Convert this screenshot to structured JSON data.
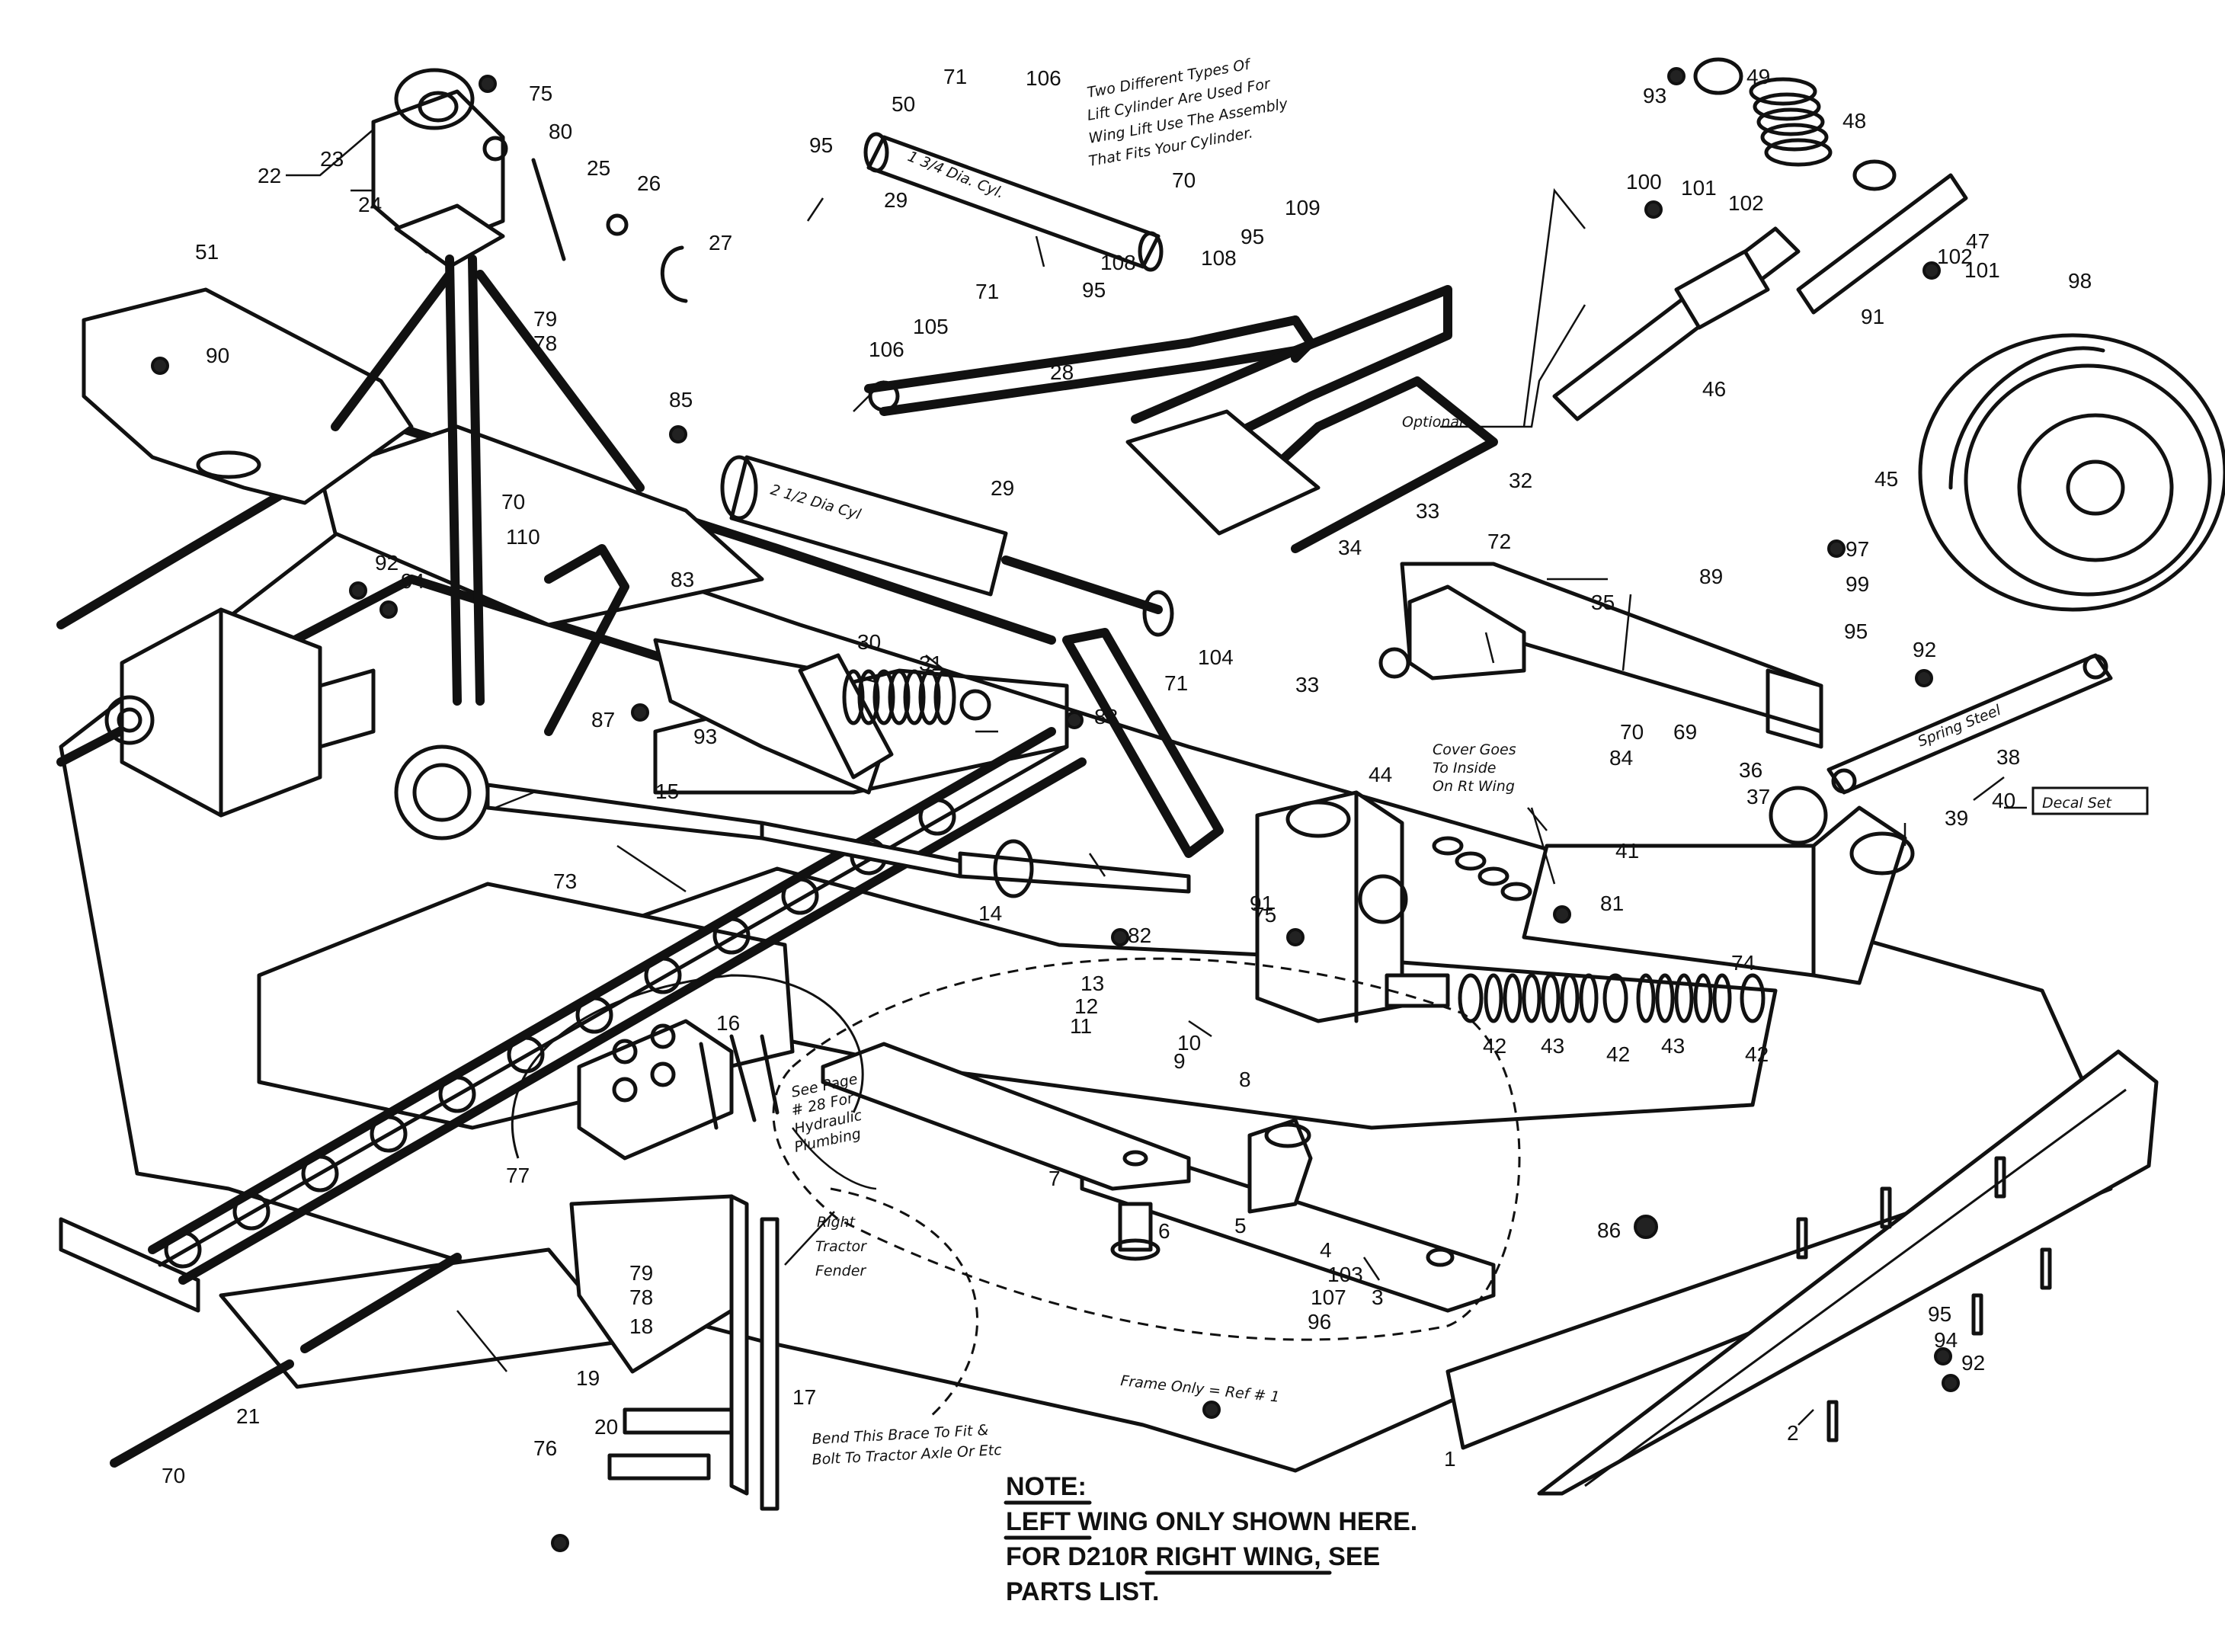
{
  "part_callouts": [
    {
      "id": "c1",
      "label": "1"
    },
    {
      "id": "c2",
      "label": "2"
    },
    {
      "id": "c3",
      "label": "3"
    },
    {
      "id": "c4",
      "label": "4"
    },
    {
      "id": "c5",
      "label": "5"
    },
    {
      "id": "c6",
      "label": "6"
    },
    {
      "id": "c7",
      "label": "7"
    },
    {
      "id": "c8",
      "label": "8"
    },
    {
      "id": "c9",
      "label": "9"
    },
    {
      "id": "c10",
      "label": "10"
    },
    {
      "id": "c11",
      "label": "11"
    },
    {
      "id": "c12",
      "label": "12"
    },
    {
      "id": "c13",
      "label": "13"
    },
    {
      "id": "c14",
      "label": "14"
    },
    {
      "id": "c15",
      "label": "15"
    },
    {
      "id": "c16",
      "label": "16"
    },
    {
      "id": "c17",
      "label": "17"
    },
    {
      "id": "c18",
      "label": "18"
    },
    {
      "id": "c19",
      "label": "19"
    },
    {
      "id": "c20",
      "label": "20"
    },
    {
      "id": "c21",
      "label": "21"
    },
    {
      "id": "c22",
      "label": "22"
    },
    {
      "id": "c23",
      "label": "23"
    },
    {
      "id": "c24",
      "label": "24"
    },
    {
      "id": "c25",
      "label": "25"
    },
    {
      "id": "c26",
      "label": "26"
    },
    {
      "id": "c27",
      "label": "27"
    },
    {
      "id": "c28",
      "label": "28"
    },
    {
      "id": "c29a",
      "label": "29"
    },
    {
      "id": "c29b",
      "label": "29"
    },
    {
      "id": "c30",
      "label": "30"
    },
    {
      "id": "c31",
      "label": "31"
    },
    {
      "id": "c32",
      "label": "32"
    },
    {
      "id": "c33a",
      "label": "33"
    },
    {
      "id": "c33b",
      "label": "33"
    },
    {
      "id": "c34",
      "label": "34"
    },
    {
      "id": "c35",
      "label": "35"
    },
    {
      "id": "c36",
      "label": "36"
    },
    {
      "id": "c37",
      "label": "37"
    },
    {
      "id": "c38",
      "label": "38"
    },
    {
      "id": "c39",
      "label": "39"
    },
    {
      "id": "c40",
      "label": "40"
    },
    {
      "id": "c41",
      "label": "41"
    },
    {
      "id": "c42a",
      "label": "42"
    },
    {
      "id": "c42b",
      "label": "42"
    },
    {
      "id": "c42c",
      "label": "42"
    },
    {
      "id": "c43a",
      "label": "43"
    },
    {
      "id": "c43b",
      "label": "43"
    },
    {
      "id": "c44",
      "label": "44"
    },
    {
      "id": "c45",
      "label": "45"
    },
    {
      "id": "c46",
      "label": "46"
    },
    {
      "id": "c47",
      "label": "47"
    },
    {
      "id": "c48",
      "label": "48"
    },
    {
      "id": "c49",
      "label": "49"
    },
    {
      "id": "c50",
      "label": "50"
    },
    {
      "id": "c51",
      "label": "51"
    },
    {
      "id": "c69",
      "label": "69"
    },
    {
      "id": "c70a",
      "label": "70"
    },
    {
      "id": "c70b",
      "label": "70"
    },
    {
      "id": "c70c",
      "label": "70"
    },
    {
      "id": "c70d",
      "label": "70"
    },
    {
      "id": "c71a",
      "label": "71"
    },
    {
      "id": "c71b",
      "label": "71"
    },
    {
      "id": "c71c",
      "label": "71"
    },
    {
      "id": "c72",
      "label": "72"
    },
    {
      "id": "c73",
      "label": "73"
    },
    {
      "id": "c74",
      "label": "74"
    },
    {
      "id": "c75a",
      "label": "75"
    },
    {
      "id": "c75b",
      "label": "75"
    },
    {
      "id": "c76",
      "label": "76"
    },
    {
      "id": "c77",
      "label": "77"
    },
    {
      "id": "c78a",
      "label": "78"
    },
    {
      "id": "c78b",
      "label": "78"
    },
    {
      "id": "c79a",
      "label": "79"
    },
    {
      "id": "c79b",
      "label": "79"
    },
    {
      "id": "c80",
      "label": "80"
    },
    {
      "id": "c81",
      "label": "81"
    },
    {
      "id": "c82",
      "label": "82"
    },
    {
      "id": "c83",
      "label": "83"
    },
    {
      "id": "c84",
      "label": "84"
    },
    {
      "id": "c85",
      "label": "85"
    },
    {
      "id": "c86",
      "label": "86"
    },
    {
      "id": "c87",
      "label": "87"
    },
    {
      "id": "c88",
      "label": "88"
    },
    {
      "id": "c89",
      "label": "89"
    },
    {
      "id": "c90",
      "label": "90"
    },
    {
      "id": "c91a",
      "label": "91"
    },
    {
      "id": "c91b",
      "label": "91"
    },
    {
      "id": "c92a",
      "label": "92"
    },
    {
      "id": "c92b",
      "label": "92"
    },
    {
      "id": "c92c",
      "label": "92"
    },
    {
      "id": "c93a",
      "label": "93"
    },
    {
      "id": "c93b",
      "label": "93"
    },
    {
      "id": "c94a",
      "label": "94"
    },
    {
      "id": "c94b",
      "label": "94"
    },
    {
      "id": "c95a",
      "label": "95"
    },
    {
      "id": "c95b",
      "label": "95"
    },
    {
      "id": "c95c",
      "label": "95"
    },
    {
      "id": "c95d",
      "label": "95"
    },
    {
      "id": "c95e",
      "label": "95"
    },
    {
      "id": "c96",
      "label": "96"
    },
    {
      "id": "c97",
      "label": "97"
    },
    {
      "id": "c98",
      "label": "98"
    },
    {
      "id": "c99",
      "label": "99"
    },
    {
      "id": "c100",
      "label": "100"
    },
    {
      "id": "c101a",
      "label": "101"
    },
    {
      "id": "c101b",
      "label": "101"
    },
    {
      "id": "c102a",
      "label": "102"
    },
    {
      "id": "c102b",
      "label": "102"
    },
    {
      "id": "c103",
      "label": "103"
    },
    {
      "id": "c104",
      "label": "104"
    },
    {
      "id": "c105",
      "label": "105"
    },
    {
      "id": "c106a",
      "label": "106"
    },
    {
      "id": "c106b",
      "label": "106"
    },
    {
      "id": "c107",
      "label": "107"
    },
    {
      "id": "c108a",
      "label": "108"
    },
    {
      "id": "c108b",
      "label": "108"
    },
    {
      "id": "c109",
      "label": "109"
    },
    {
      "id": "c110",
      "label": "110"
    }
  ],
  "annotations": {
    "cylinder_note": [
      "Two Different Types Of",
      "Lift Cylinder Are Used For",
      "Wing Lift Use The Assembly",
      "That Fits Your Cylinder."
    ],
    "cyl_small": "1 3/4 Dia. Cyl.",
    "cyl_large": "2 1/2 Dia Cyl",
    "optional": "Optional",
    "cover_note": [
      "Cover Goes",
      "To Inside",
      "On Rt Wing"
    ],
    "spring_steel": "Spring Steel",
    "decal_set": "Decal Set",
    "hydraulic_note": [
      "See Page",
      "# 28 For",
      "Hydraulic",
      "Plumbing"
    ],
    "fender": [
      "Right",
      "Tractor",
      "Fender"
    ],
    "frame_only": "Frame Only = Ref # 1",
    "brace_note": [
      "Bend This Brace To Fit &",
      "Bolt To Tractor Axle Or Etc"
    ]
  },
  "note": {
    "heading": "NOTE:",
    "line1": "LEFT WING ONLY SHOWN HERE.",
    "line2": "FOR D210R RIGHT WING, SEE",
    "line3": "PARTS LIST."
  }
}
